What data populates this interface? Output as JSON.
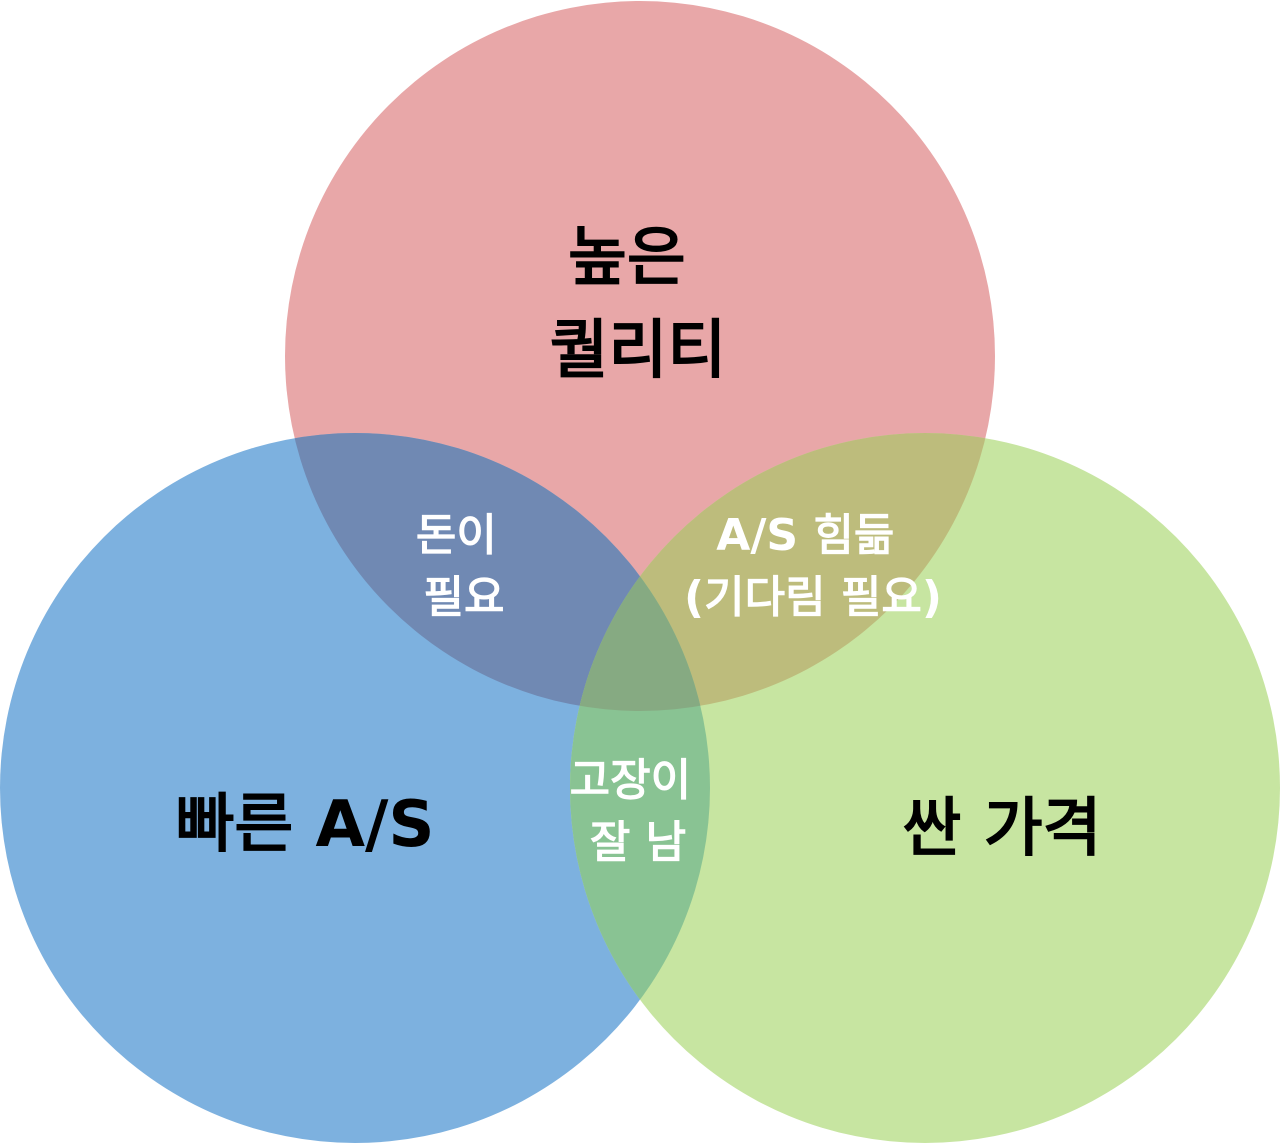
{
  "circles": {
    "quality": {
      "lines": [
        "높은",
        "퀄리티"
      ],
      "color": "#e8a7a8"
    },
    "fast_as": {
      "lines": [
        "빠른 A/S"
      ],
      "color": "#7db1df"
    },
    "cheap_price": {
      "lines": [
        "싼 가격"
      ],
      "color": "#c7e5a1"
    }
  },
  "overlaps": {
    "quality_fast_as": {
      "lines": [
        "돈이",
        "필요"
      ],
      "color": "#7089b3"
    },
    "quality_cheap_price": {
      "lines": [
        "A/S 힘듦",
        "(기다림 필요)"
      ],
      "color": "#bdbc7c"
    },
    "fast_as_cheap_price": {
      "lines": [
        "고장이",
        "잘 남"
      ],
      "color": "#89c393"
    },
    "center": {
      "color": "#86aa82"
    }
  }
}
